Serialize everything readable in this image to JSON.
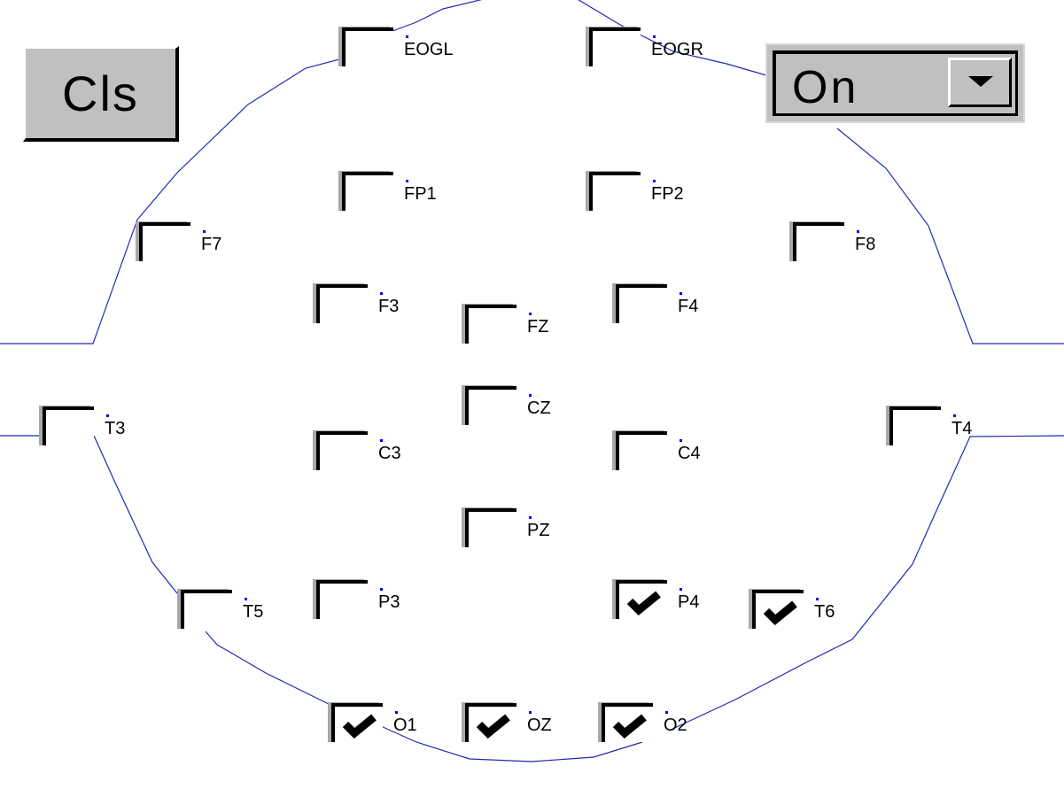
{
  "toolbar": {
    "clear_label": "Cls"
  },
  "mode_select": {
    "value": "On"
  },
  "colors": {
    "head_outline": "#1f2bb0",
    "face": "#c0c0c0",
    "label_dot": "#0000ff"
  },
  "electrodes": [
    {
      "id": "EOGL",
      "label": "EOGL",
      "checked": false
    },
    {
      "id": "EOGR",
      "label": "EOGR",
      "checked": false
    },
    {
      "id": "FP1",
      "label": "FP1",
      "checked": false
    },
    {
      "id": "FP2",
      "label": "FP2",
      "checked": false
    },
    {
      "id": "F7",
      "label": "F7",
      "checked": false
    },
    {
      "id": "F8",
      "label": "F8",
      "checked": false
    },
    {
      "id": "F3",
      "label": "F3",
      "checked": false
    },
    {
      "id": "FZ",
      "label": "FZ",
      "checked": false
    },
    {
      "id": "F4",
      "label": "F4",
      "checked": false
    },
    {
      "id": "T3",
      "label": "T3",
      "checked": false
    },
    {
      "id": "CZ",
      "label": "CZ",
      "checked": false
    },
    {
      "id": "T4",
      "label": "T4",
      "checked": false
    },
    {
      "id": "C3",
      "label": "C3",
      "checked": false
    },
    {
      "id": "C4",
      "label": "C4",
      "checked": false
    },
    {
      "id": "PZ",
      "label": "PZ",
      "checked": false
    },
    {
      "id": "T5",
      "label": "T5",
      "checked": false
    },
    {
      "id": "P3",
      "label": "P3",
      "checked": false
    },
    {
      "id": "P4",
      "label": "P4",
      "checked": true
    },
    {
      "id": "T6",
      "label": "T6",
      "checked": true
    },
    {
      "id": "O1",
      "label": "O1",
      "checked": true
    },
    {
      "id": "OZ",
      "label": "OZ",
      "checked": true
    },
    {
      "id": "O2",
      "label": "O2",
      "checked": true
    }
  ]
}
